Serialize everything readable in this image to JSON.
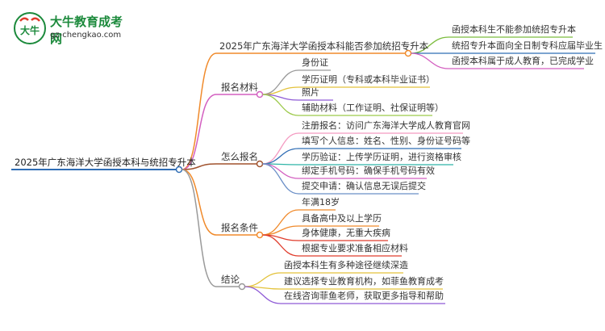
{
  "brand": {
    "logo_text": "大牛",
    "title": "大牛教育成考网",
    "url": "gz-chengkao.com"
  },
  "root": "2025年广东海洋大学函授本科与统招专升本",
  "branches": [
    {
      "label": "2025年广东海洋大学函授本科能否参加统招专升本",
      "color": "#f08a2b",
      "children": [
        {
          "text": "函授本科生不能参加统招专升本",
          "color": "#7cbd3e"
        },
        {
          "text": "统招专升本面向全日制专科应届毕业生",
          "color": "#2f6db5"
        },
        {
          "text": "函授本科属于成人教育，已完成学业",
          "color": "#d35fc0"
        }
      ]
    },
    {
      "label": "报名材料",
      "color": "#d35fc0",
      "children": [
        {
          "text": "身份证",
          "color": "#9a9a9a"
        },
        {
          "text": "学历证明（专科或本科毕业证书）",
          "color": "#e3c23a"
        },
        {
          "text": "照片",
          "color": "#8f5bd6"
        },
        {
          "text": "辅助材料（工作证明、社保证明等）",
          "color": "#9cc94a"
        }
      ]
    },
    {
      "label": "怎么报名",
      "color": "#a0522d",
      "children": [
        {
          "text": "注册报名：访问广东海洋大学成人教育官网",
          "color": "#f49ac1"
        },
        {
          "text": "填写个人信息：姓名、性别、身份证号码等",
          "color": "#2f6db5"
        },
        {
          "text": "学历验证：上传学历证明，进行资格审核",
          "color": "#2fb5a8"
        },
        {
          "text": "绑定手机号码：确保手机号码有效",
          "color": "#d35fc0"
        },
        {
          "text": "提交申请：确认信息无误后提交",
          "color": "#6b8fc7"
        }
      ]
    },
    {
      "label": "报名条件",
      "color": "#f08a2b",
      "children": [
        {
          "text": "年满18岁",
          "color": "#f08a2b"
        },
        {
          "text": "具备高中及以上学历",
          "color": "#f08a2b"
        },
        {
          "text": "身体健康，无重大疾病",
          "color": "#e03c2c"
        },
        {
          "text": "根据专业要求准备相应材料",
          "color": "#e03c2c"
        }
      ]
    },
    {
      "label": "结论",
      "color": "#9a9a9a",
      "children": [
        {
          "text": "函授本科生有多种途径继续深造",
          "color": "#e3c23a"
        },
        {
          "text": "建议选择专业教育机构，如菲鱼教育成考",
          "color": "#e3c23a"
        },
        {
          "text": "在线咨询菲鱼老师，获取更多指导和帮助",
          "color": "#8f5bd6"
        }
      ]
    }
  ],
  "colors": {
    "root_line": "#2f6db5",
    "brand_green": "#1c8a3c"
  }
}
